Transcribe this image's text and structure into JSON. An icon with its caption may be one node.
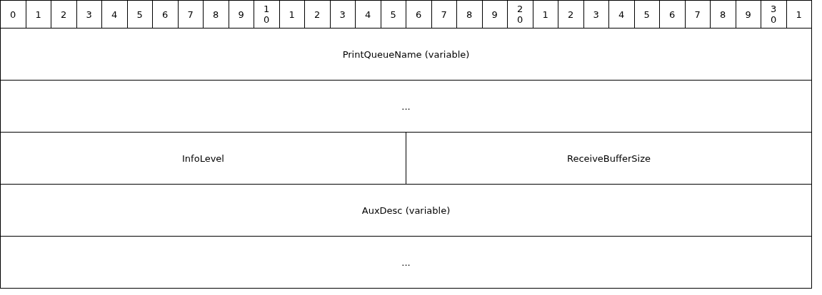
{
  "diagram": {
    "labels": [
      "0",
      "1",
      "2",
      "3",
      "4",
      "5",
      "6",
      "7",
      "8",
      "9",
      "10",
      "1",
      "2",
      "3",
      "4",
      "5",
      "6",
      "7",
      "8",
      "9",
      "20",
      "1",
      "2",
      "3",
      "4",
      "5",
      "6",
      "7",
      "8",
      "9",
      "30",
      "1",
      "PrintQueueName (variable)",
      "...",
      "InfoLevel",
      "ReceiveBufferSize",
      "AuxDesc (variable)",
      "..."
    ]
  }
}
